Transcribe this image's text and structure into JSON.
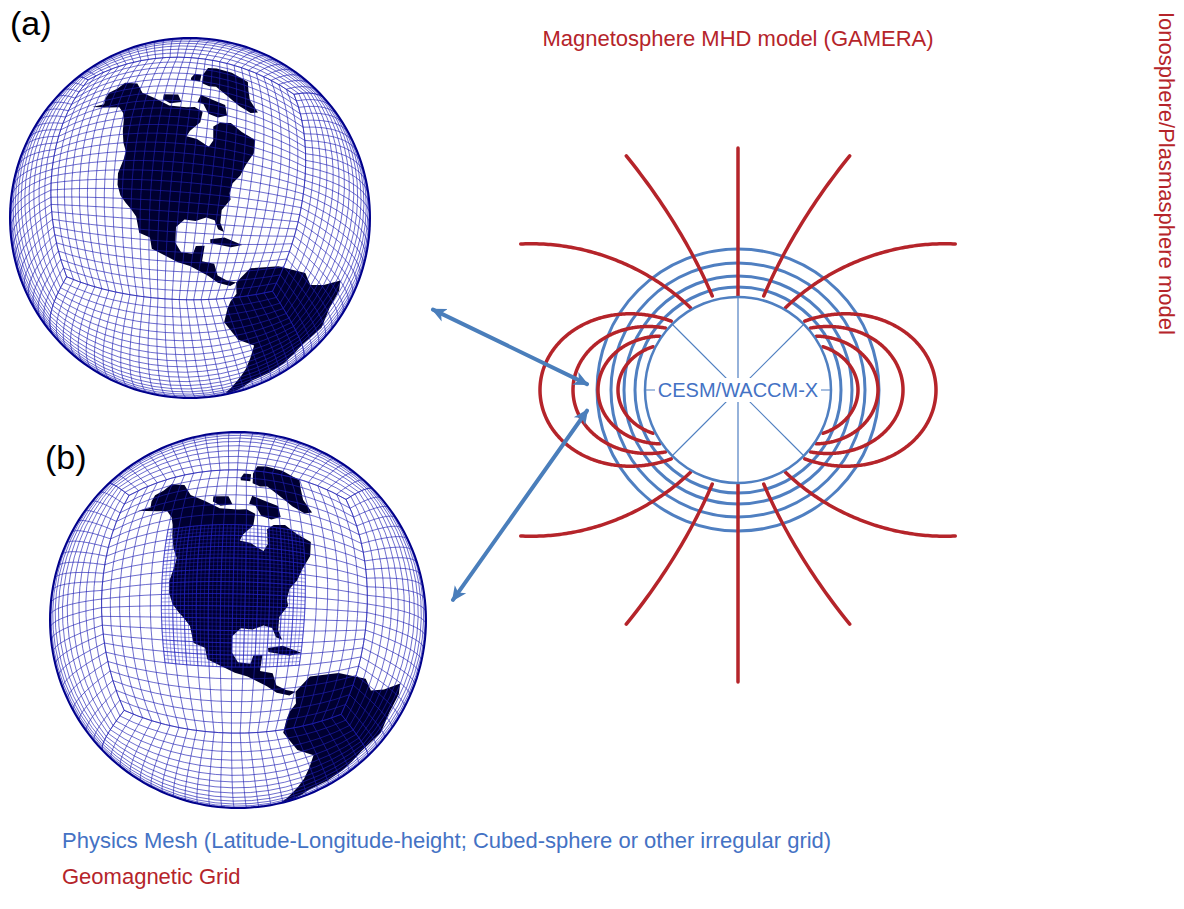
{
  "diagram": {
    "nodes": [
      {
        "text": [
          "(a)"
        ]
      },
      {
        "text": [
          "(b)"
        ]
      },
      {
        "text": [
          "CESM/WACCM-X"
        ]
      }
    ],
    "edges": [
      {
        "from": 0,
        "to": 2,
        "arrow": "both"
      },
      {
        "from": 1,
        "to": 2,
        "arrow": "both"
      }
    ],
    "labels": [
      "Magnetosphere MHD model (GAMERA)",
      "Ionosphere/Plasmasphere model",
      "Physics Mesh (Latitude-Longitude-height; Cubed-sphere or other irregular grid)",
      "Geomagnetic Grid"
    ]
  }
}
